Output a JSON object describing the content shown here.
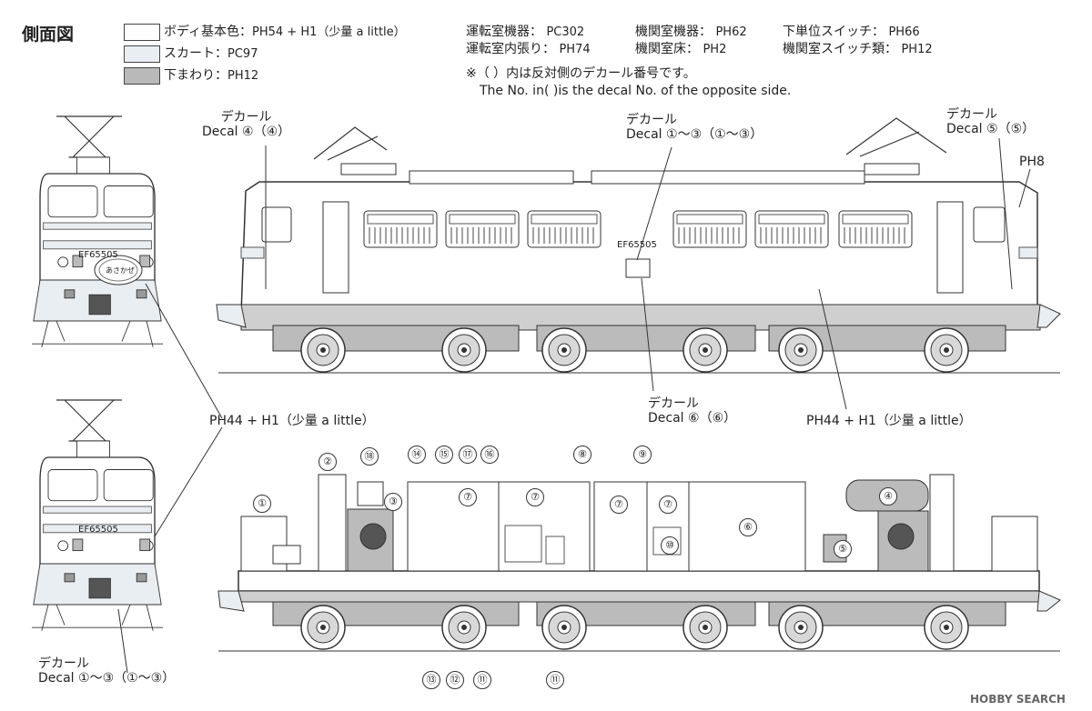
{
  "header": {
    "title": "側面図",
    "legend": [
      {
        "label": "ボディ基本色：",
        "code": "PH54 + H1（少量 a little）",
        "color": "#ffffff"
      },
      {
        "label": "スカート：",
        "code": "PC97",
        "color": "#e9eef2"
      },
      {
        "label": "下まわり：",
        "code": "PH12",
        "color": "#b9b9b9"
      }
    ],
    "parts_col1": [
      {
        "label": "運転室機器：",
        "code": "PC302"
      },
      {
        "label": "運転室内張り：",
        "code": "PH74"
      }
    ],
    "parts_col2": [
      {
        "label": "機関室機器：",
        "code": "PH62"
      },
      {
        "label": "機関室床：",
        "code": "PH2"
      }
    ],
    "parts_col3": [
      {
        "label": "下単位スイッチ：",
        "code": "PH66"
      },
      {
        "label": "機関室スイッチ類：",
        "code": "PH12"
      }
    ],
    "note_ja": "※（ ）内は反対側のデカール番号です。",
    "note_en": "The No. in(   )is the decal No. of the opposite side."
  },
  "callouts": {
    "decal_4": {
      "ja": "デカール",
      "en": "Decal",
      "num": "④（④）"
    },
    "decal_1_3_top": {
      "ja": "デカール",
      "en": "Decal",
      "num": "①〜③（①〜③）"
    },
    "decal_5": {
      "ja": "デカール",
      "en": "Decal",
      "num": "⑤（⑤）"
    },
    "ph8": "PH8",
    "decal_6": {
      "ja": "デカール",
      "en": "Decal",
      "num": "⑥（⑥）"
    },
    "paint_right": "PH44 + H1（少量 a little）",
    "paint_left": "PH44 + H1（少量 a little）",
    "decal_1_3_bottom": {
      "ja": "デカール",
      "en": "Decal",
      "num": "①〜③（①〜③）"
    },
    "loco_number": "EF65505",
    "loco_number_front_top": "EF65505",
    "loco_number_front_bottom": "EF65505",
    "headmark": "あさかぜ"
  },
  "interior_numbers": {
    "top_row": [
      "②",
      "⑱",
      "⑭",
      "⑮",
      "⑰",
      "⑯",
      "⑧",
      "⑨"
    ],
    "inside": [
      "①",
      "③",
      "⑦",
      "⑦",
      "⑦",
      "⑦",
      "⑥",
      "⑩",
      "④",
      "⑤"
    ],
    "bottom_row": [
      "⑬",
      "⑫",
      "⑪",
      "⑪"
    ]
  },
  "watermark": "HOBBY SEARCH"
}
